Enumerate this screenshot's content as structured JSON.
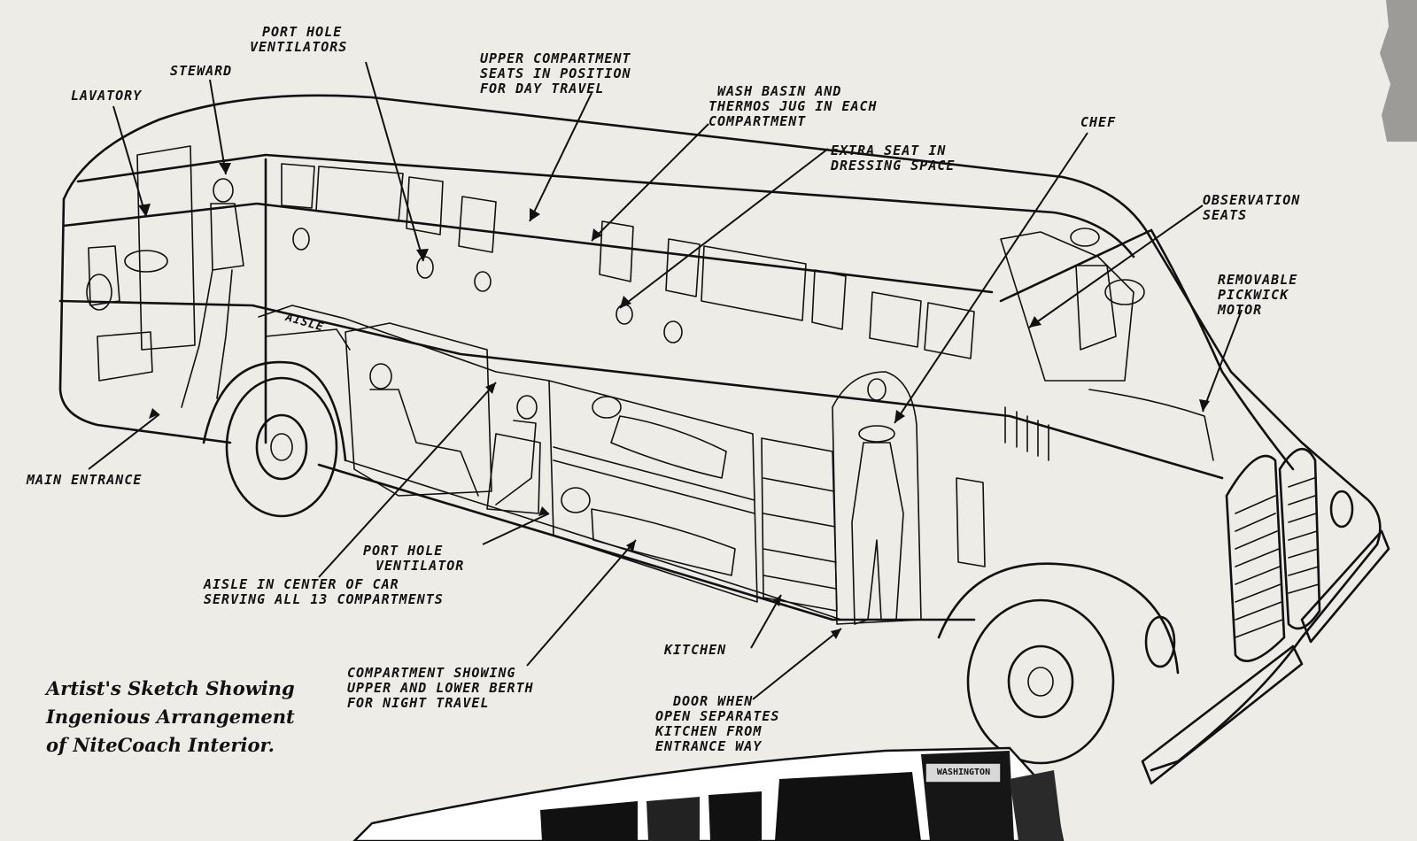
{
  "labels": {
    "lavatory": "LAVATORY",
    "steward": "STEWARD",
    "port_hole_ventilators": [
      "PORT HOLE",
      "VENTILATORS"
    ],
    "upper_compartment": [
      "UPPER COMPARTMENT",
      "SEATS IN POSITION",
      "FOR DAY TRAVEL"
    ],
    "wash_basin": [
      "WASH BASIN AND",
      "THERMOS JUG IN EACH",
      "COMPARTMENT"
    ],
    "extra_seat": [
      "EXTRA SEAT IN",
      "DRESSING SPACE"
    ],
    "chef": "CHEF",
    "observation_seats": [
      "OBSERVATION",
      "SEATS"
    ],
    "removable_motor": [
      "REMOVABLE",
      "PICKWICK",
      "MOTOR"
    ],
    "main_entrance": "MAIN ENTRANCE",
    "port_hole_ventilator": [
      "PORT HOLE",
      "VENTILATOR"
    ],
    "aisle_center": [
      "AISLE IN CENTER OF CAR",
      "SERVING ALL 13 COMPARTMENTS"
    ],
    "aisle_floor": "AISLE",
    "compartment_berth": [
      "COMPARTMENT SHOWING",
      "UPPER AND LOWER BERTH",
      "FOR NIGHT TRAVEL"
    ],
    "kitchen": "KITCHEN",
    "door_kitchen": [
      "DOOR WHEN",
      "OPEN SEPARATES",
      "KITCHEN FROM",
      "ENTRANCE WAY"
    ]
  },
  "caption": [
    "Artist's Sketch Showing",
    "Ingenious Arrangement",
    "of NiteCoach Interior."
  ],
  "destination_sign": "WASHINGTON",
  "colors": {
    "paper": "#eeece7",
    "ink": "#111111"
  }
}
